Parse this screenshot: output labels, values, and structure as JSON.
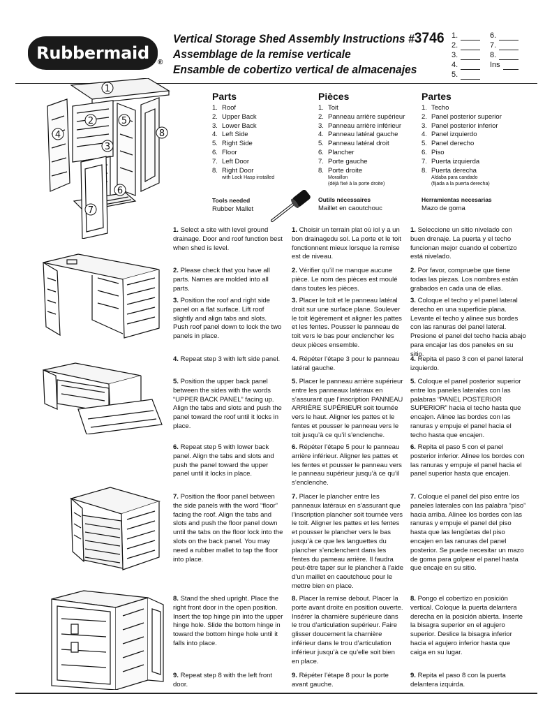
{
  "header": {
    "logo_text": "Rubbermaid",
    "logo_reg": "®",
    "title_en": "Vertical Storage Shed Assembly Instructions #",
    "model_number": "3746",
    "title_fr": "Assemblage de la remise verticale",
    "title_es": "Ensamble de cobertizo vertical de almacenajes"
  },
  "checklist": [
    [
      "1.",
      "6."
    ],
    [
      "2.",
      "7."
    ],
    [
      "3.",
      "8."
    ],
    [
      "4.",
      "Ins"
    ],
    [
      "5.",
      ""
    ]
  ],
  "diagram_callouts": [
    "1",
    "2",
    "3",
    "4",
    "5",
    "6",
    "7",
    "8"
  ],
  "parts": {
    "en": {
      "heading": "Parts",
      "items": [
        "Roof",
        "Upper Back",
        "Lower Back",
        "Left Side",
        "Right Side",
        "Floor",
        "Left Door",
        "Right Door"
      ],
      "note": "with Lock Hasp installed",
      "tools_heading": "Tools needed",
      "tools": "Rubber Mallet"
    },
    "fr": {
      "heading": "Pièces",
      "items": [
        "Toit",
        "Panneau arrière supérieur",
        "Panneau arrière inférieur",
        "Panneau latéral gauche",
        "Panneau latéral droit",
        "Plancher",
        "Porte gauche",
        "Porte droite"
      ],
      "note1": "Moraillon",
      "note2": "(déjà fixé à la porte droite)",
      "tools_heading": "Outils nécessaires",
      "tools": "Maillet en caoutchouc"
    },
    "es": {
      "heading": "Partes",
      "items": [
        "Techo",
        "Panel posterior superior",
        "Panel posterior inferior",
        "Panel izquierdo",
        "Panel derecho",
        "Piso",
        "Puerta izquierda",
        "Puerta derecha"
      ],
      "note1": "Aldaba para candado",
      "note2": "(fijada a la puerta derecha)",
      "tools_heading": "Herramientas necesarias",
      "tools": "Mazo de goma"
    }
  },
  "steps": [
    {
      "num": "1.",
      "en": "Select a site with level ground drainage. Door and roof function best when shed is level.",
      "fr": "Choisir un terrain plat où iol y a un bon drainagedu sol. La porte et le toit fonctionnent mieux lorsque la remise est de niveau.",
      "es": "Seleccione un sitio nivelado con buen drenaje. La puerta y el techo funcionan mejor cuando el cobertizo está nivelado."
    },
    {
      "num": "2.",
      "en": "Please check that you have all parts. Names are molded into all parts.",
      "fr": "Vérifier qu’il ne manque aucune pièce. Le nom des pièces est moulé dans toutes les pièces.",
      "es": "Por favor, compruebe que tiene todas las piezas. Los nombres están grabados en cada una de ellas."
    },
    {
      "num": "3.",
      "en": "Position the roof and right side panel on a flat surface. Lift roof slightly and align tabs and slots. Push roof panel down to lock the two panels in place.",
      "fr": "Placer le toit et le panneau latéral droit sur une surface plane. Soulever le toit légèrement et aligner les pattes et les fentes. Pousser le panneau de toit vers le bas pour enclencher les deux pièces ensemble.",
      "es": "Coloque el techo y el panel lateral derecho en una superficie plana. Levante el techo y alinee sus bordes con las ranuras del panel lateral. Presione el panel del techo hacia abajo para encajar las dos paneles en su sitio."
    },
    {
      "num": "4.",
      "en": "Repeat step 3 with left side panel.",
      "fr": "Répéter l’étape 3 pour le panneau latéral gauche.",
      "es": "Repita el paso 3 con el panel lateral izquierdo."
    },
    {
      "num": "5.",
      "en": "Position the upper back panel between the sides with the words “UPPER BACK PANEL” facing up. Align the tabs and slots and push the panel toward the roof until it locks in place.",
      "fr": "Placer le panneau arrière supérieur entre les panneaux latéraux en s’assurant que l’inscription PANNEAU ARRIÈRE SUPÉRIEUR soit tournée vers le haut. Aligner les pattes et le fentes et pousser le panneau vers le toit jusqu’à ce qu’il s’enclenche.",
      "es": "Coloque el panel posterior superior entre los paneles laterales con las palabras “PANEL POSTERIOR SUPERIOR” hacia el techo hasta que encajen. Alinee las bordes con las ranuras y empuje el panel hacia el techo hasta que encajen."
    },
    {
      "num": "6.",
      "en": "Repeat step 5 with lower back panel. Align the tabs and slots and push the panel toward the upper panel until it locks in place.",
      "fr": "Répéter l’étape 5 pour le panneau arrière inférieur. Aligner les pattes et les fentes et pousser le panneau vers le panneau supérieur jusqu’à ce qu’il s’enclenche.",
      "es": "Repita el paso 5 con el panel posterior inferior. Alinee los bordes con las ranuras y empuje el panel hacia el panel superior hasta que encajen."
    },
    {
      "num": "7.",
      "en": "Position the floor panel between the side panels with the word “floor” facing the roof. Align the tabs and slots and push the floor panel down until the tabs on the floor lock into the slots on the back panel. You may need a rubber mallet to tap the floor into place.",
      "fr": "Placer le plancher entre les panneaux latéraux en s’assurant que l’inscription plancher soit tournée vers le toit. Aligner les pattes et les fentes et pousser le plancher vers le bas jusqu’à ce que les languettes du plancher s’enclenchent dans les fentes du pameau arrière. Il faudra peut-être taper sur le plancher à l’aide d’un maillet en caoutchouc pour le mettre bien en place.",
      "es": "Coloque el panel del piso entre los paneles laterales con las palabra “piso” hacia arriba. Alinee los bordes con las ranuras y empuje el panel del piso hasta que las lengüetas del piso encajen en las ranuras del panel posterior. Se puede necesitar un mazo de goma para golpear el panel hasta que encaje en su sitio."
    },
    {
      "num": "8.",
      "en": "Stand the shed upright. Place the right front door in the open position. Insert the top hinge pin into the upper hinge hole. Slide the bottom hinge in toward the bottom hinge hole until it falls into place.",
      "fr": "Placer la remise debout. Placer la porte avant droite en position ouverte. Insérer la charnière supérieure dans le trou d’articulation supérieur. Faire glisser doucement la charnière inférieur dans le trou d’articulation inférieur jusqu’à ce qu’elle soit bien en place.",
      "es": "Pongo el cobertizo en posición vertical. Coloque la puerta delantera derecha en la posición abierta. Inserte la bisagra superior en el agujero superior. Deslice la bisagra inferior hacia el agujero inferior hasta que caiga en su lugar."
    },
    {
      "num": "9.",
      "en": "Repeat step 8 with the left front door.",
      "fr": "Répéter l’étape 8 pour la porte avant gauche.",
      "es": "Repita el paso 8 con la puerta delantera izquirda."
    }
  ]
}
